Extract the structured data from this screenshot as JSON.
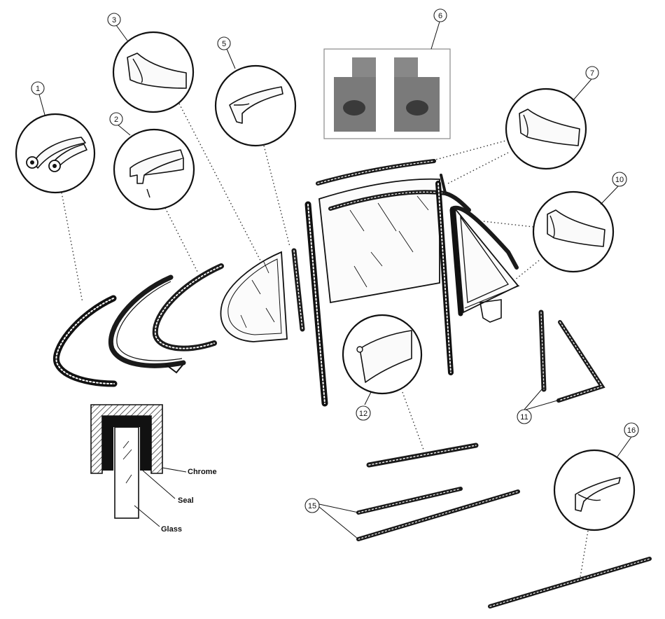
{
  "callouts": {
    "c1": "1",
    "c2": "2",
    "c3": "3",
    "c5": "5",
    "c6": "6",
    "c7": "7",
    "c10": "10",
    "c11": "11",
    "c12": "12",
    "c15": "15",
    "c16": "16"
  },
  "section_labels": {
    "chrome": "Chrome",
    "seal": "Seal",
    "glass": "Glass"
  }
}
